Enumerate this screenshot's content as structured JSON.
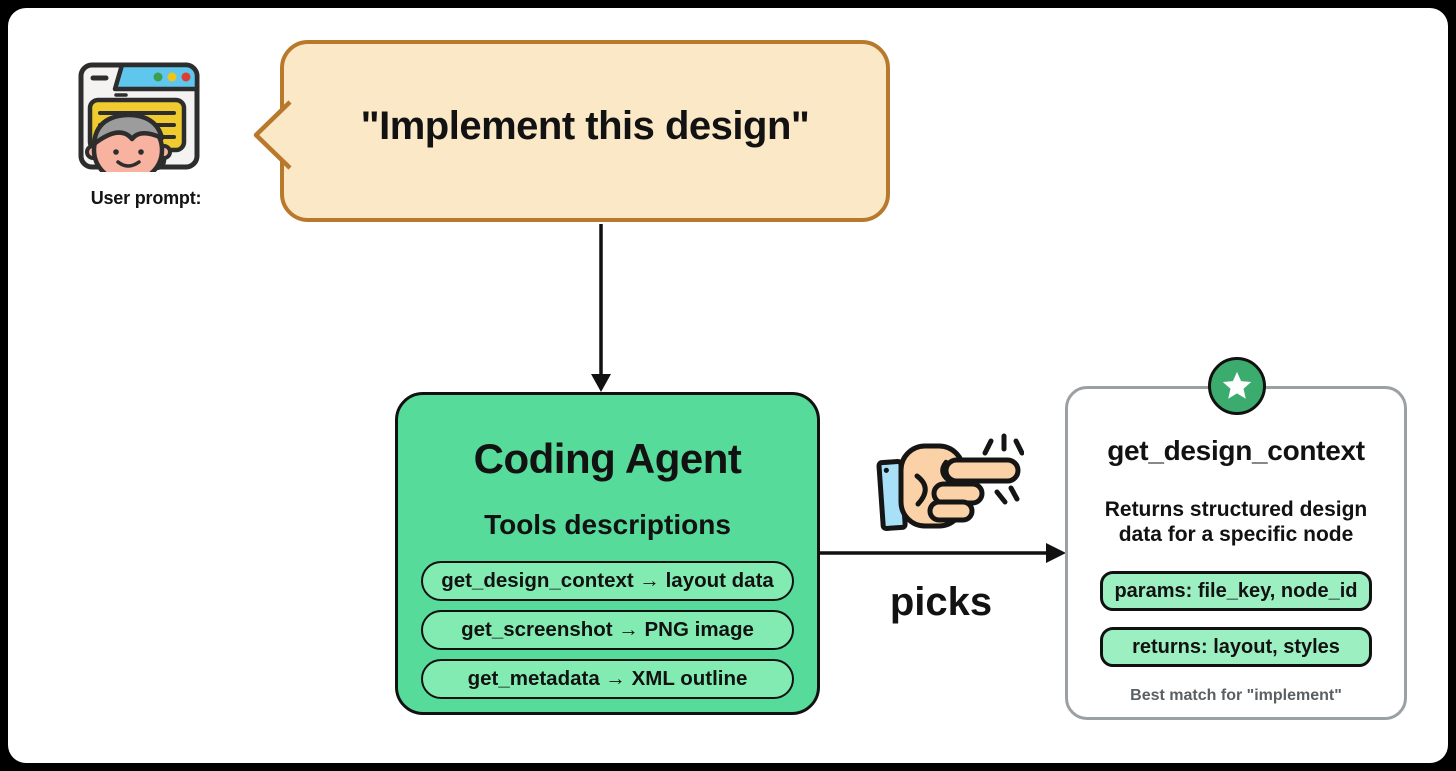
{
  "user": {
    "label": "User prompt:",
    "icon": "user-browser-icon"
  },
  "speech_bubble": {
    "text": "\"Implement this design\""
  },
  "flow": {
    "down_arrow": "down-arrow-icon",
    "right_arrow": "right-arrow-icon",
    "picks_label": "picks",
    "picks_icon": "pointing-hand-icon"
  },
  "coding_agent": {
    "title": "Coding Agent",
    "subtitle": "Tools descriptions",
    "tools": [
      "get_design_context → layout data",
      "get_screenshot → PNG image",
      "get_metadata → XML outline"
    ]
  },
  "result_card": {
    "badge_icon": "star-icon",
    "title": "get_design_context",
    "description": "Returns structured design data for a specific node",
    "pills": [
      "params: file_key, node_id",
      "returns: layout, styles"
    ],
    "footer": "Best match for \"implement\""
  },
  "colors": {
    "bubble_fill": "#FBE8C7",
    "bubble_border": "#B9792C",
    "agent_box_fill": "#57DB9B",
    "agent_pill_fill": "#82EBB1",
    "card_pill_fill": "#9CEFC1",
    "badge_green": "#3BAC6D",
    "card_border_gray": "#9BA0A3",
    "outline_black": "#111111"
  }
}
